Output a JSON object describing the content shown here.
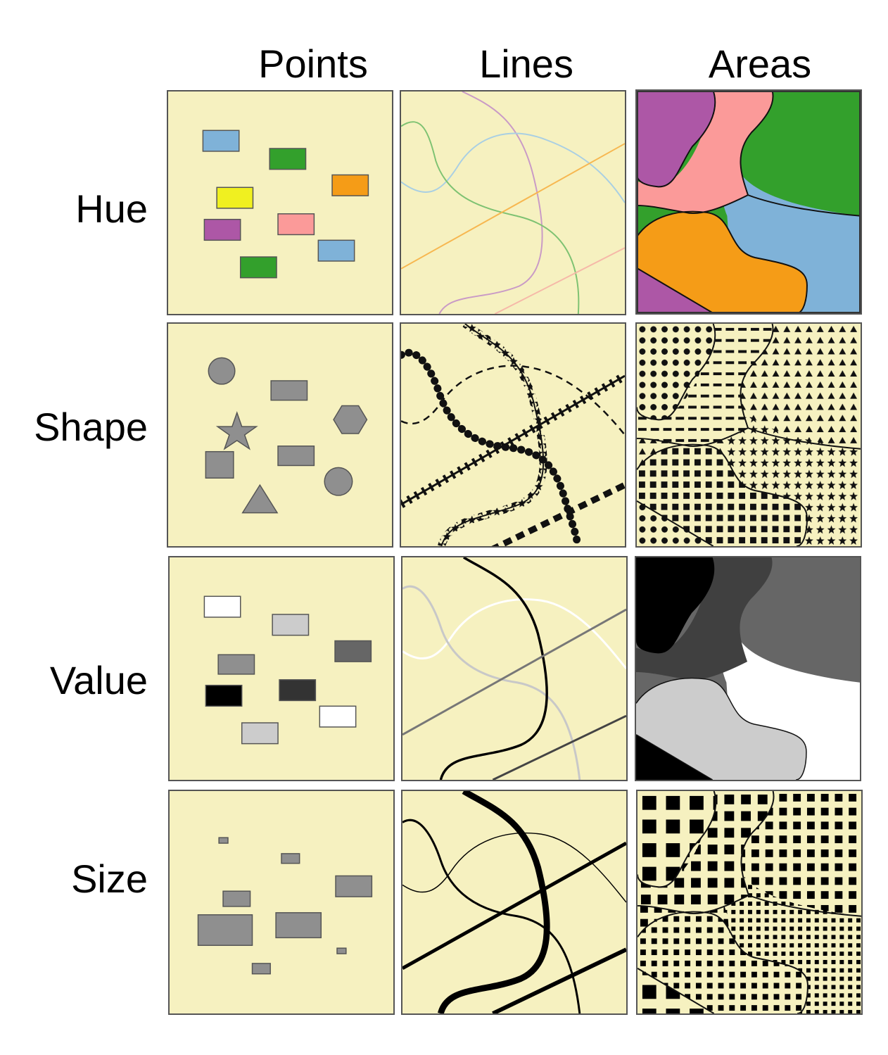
{
  "columns": [
    {
      "label": "Points"
    },
    {
      "label": "Lines"
    },
    {
      "label": "Areas"
    }
  ],
  "rows": [
    {
      "label": "Hue"
    },
    {
      "label": "Shape"
    },
    {
      "label": "Value"
    },
    {
      "label": "Size"
    }
  ],
  "colors": {
    "background": "#f6f1c0",
    "blue": "#7fb2d8",
    "green": "#33a02c",
    "orange": "#f59c17",
    "yellow": "#f0f020",
    "purple": "#ad57a6",
    "pink": "#fb9a99",
    "gray": "#8f8f8f"
  }
}
